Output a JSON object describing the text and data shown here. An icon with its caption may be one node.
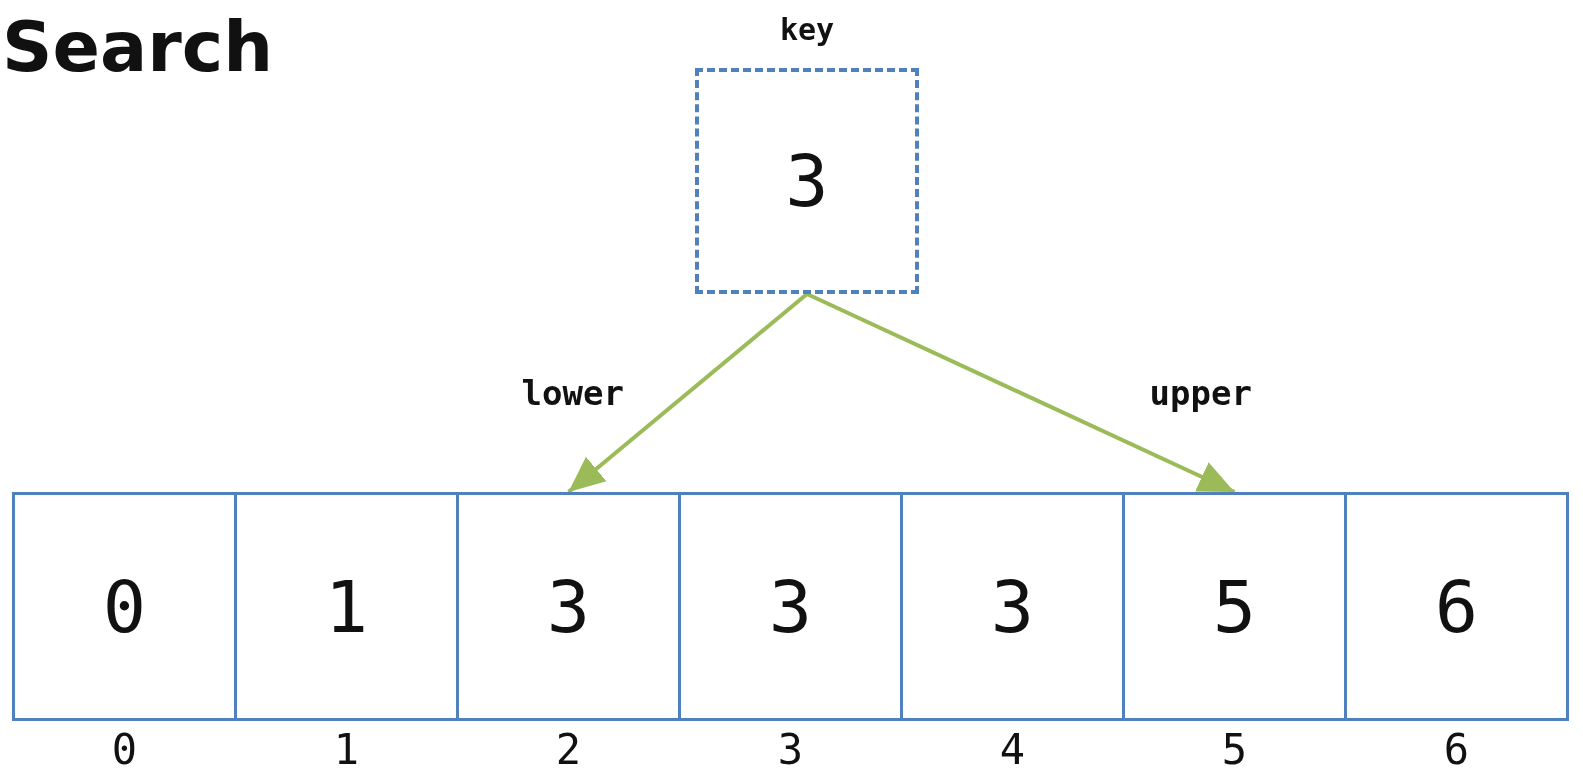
{
  "diagram": {
    "title": "Search",
    "nodes": [
      {
        "text": [
          "key",
          "3"
        ]
      },
      {
        "text": [
          "0"
        ],
        "beside": [
          "0"
        ]
      },
      {
        "text": [
          "1"
        ],
        "beside": [
          "1"
        ]
      },
      {
        "text": [
          "3"
        ],
        "beside": [
          "2"
        ]
      },
      {
        "text": [
          "3"
        ],
        "beside": [
          "3"
        ]
      },
      {
        "text": [
          "3"
        ],
        "beside": [
          "4"
        ]
      },
      {
        "text": [
          "5"
        ],
        "beside": [
          "5"
        ]
      },
      {
        "text": [
          "6"
        ],
        "beside": [
          "6"
        ]
      }
    ],
    "edges": [
      {
        "from": 0,
        "to": 3,
        "arrow": "to",
        "label": "lower"
      },
      {
        "from": 0,
        "to": 6,
        "arrow": "to",
        "label": "upper"
      }
    ]
  }
}
